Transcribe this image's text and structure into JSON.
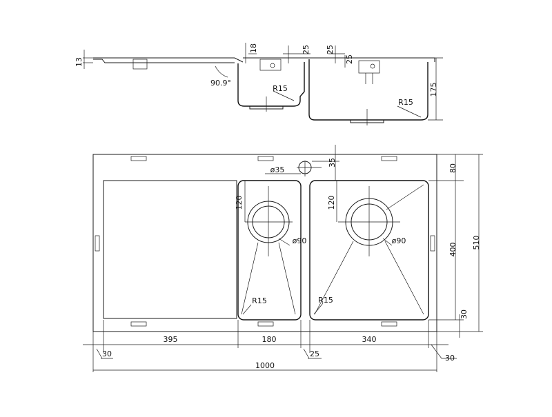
{
  "side_view": {
    "dims": {
      "d13": "13",
      "d18": "18",
      "d25a": "25",
      "d25b": "25",
      "d25c": "25",
      "d175": "175",
      "angle": "90.9°",
      "r15_left": "R15",
      "r15_right": "R15"
    }
  },
  "plan_view": {
    "dims": {
      "overflow_diameter": "ø35",
      "d35": "35",
      "d80": "80",
      "d400": "400",
      "d510": "510",
      "d30_right": "30",
      "d120_left": "120",
      "d120_right": "120",
      "drain_left": "ø90",
      "drain_right": "ø90",
      "r15_left": "R15",
      "r15_right": "R15"
    },
    "bottom_dims": {
      "d395": "395",
      "d180": "180",
      "d340": "340",
      "d30_left": "30",
      "d25": "25",
      "d30_corner": "30",
      "d1000": "1000"
    }
  }
}
